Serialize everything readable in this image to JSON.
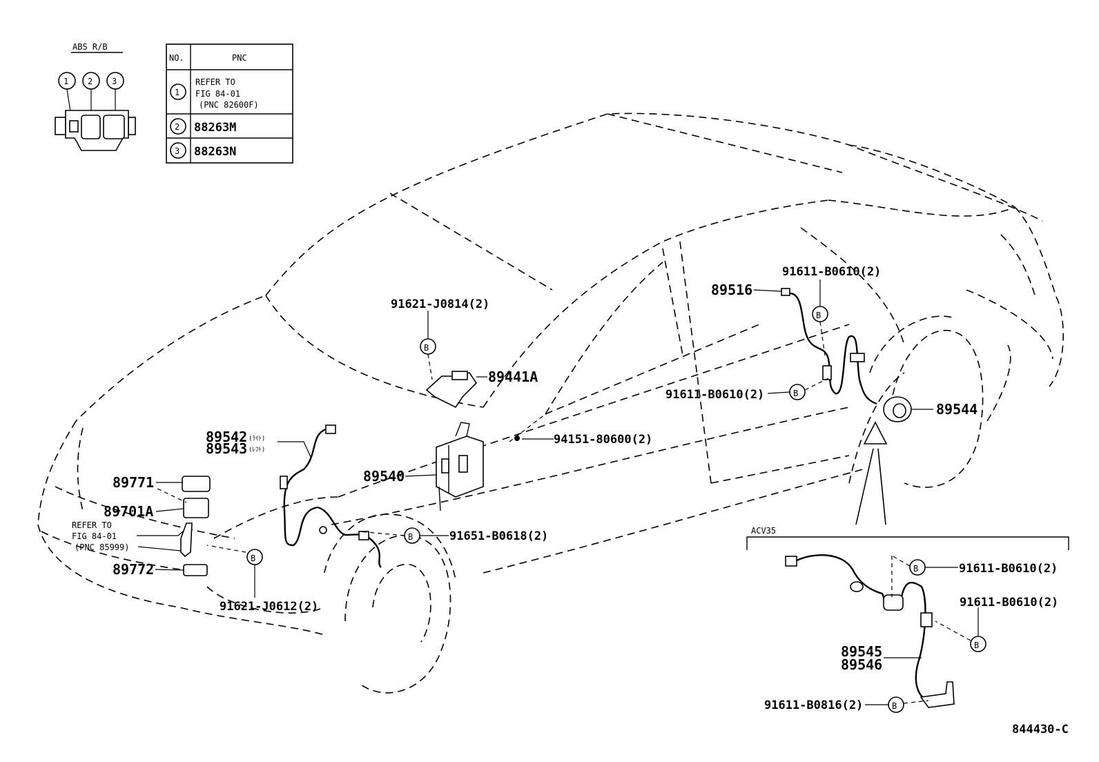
{
  "inset_abs_rb": {
    "title": "ABS R/B",
    "numbers": [
      "1",
      "2",
      "3"
    ]
  },
  "pnc_table": {
    "headers": {
      "no": "NO.",
      "pnc": "PNC"
    },
    "rows": [
      {
        "no": "1",
        "lines": [
          "REFER TO",
          "FIG 84-01",
          "(PNC 82600F)"
        ]
      },
      {
        "no": "2",
        "lines": [
          "88263M"
        ]
      },
      {
        "no": "3",
        "lines": [
          "88263N"
        ]
      }
    ]
  },
  "callouts": {
    "p89516": "89516",
    "p91611_top": "91611-B0610(2)",
    "p91621_j0814": "91621-J0814(2)",
    "p89441a": "89441A",
    "p91611_mid": "91611-B0610(2)",
    "p89544": "89544",
    "p89542": "89542",
    "p89542_sub": "(ﾗｲﾄ)",
    "p89543": "89543",
    "p89543_sub": "(ﾚﾌﾄ)",
    "p94151": "94151-80600(2)",
    "p89540": "89540",
    "p89771": "89771",
    "p89701a": "89701A",
    "refer_lines": [
      "REFER TO",
      "FIG 84-01",
      "(PNC 85999)"
    ],
    "p89772": "89772",
    "p91651": "91651-B0618(2)",
    "p91621_j0612": "91621-J0612(2)"
  },
  "bolt_symbol": "B",
  "inset_acv35": {
    "title": "ACV35",
    "p91611_a": "91611-B0610(2)",
    "p91611_b": "91611-B0610(2)",
    "p89545": "89545",
    "p89546": "89546",
    "p91611_c": "91611-B0816(2)"
  },
  "figure_number": "844430-C"
}
